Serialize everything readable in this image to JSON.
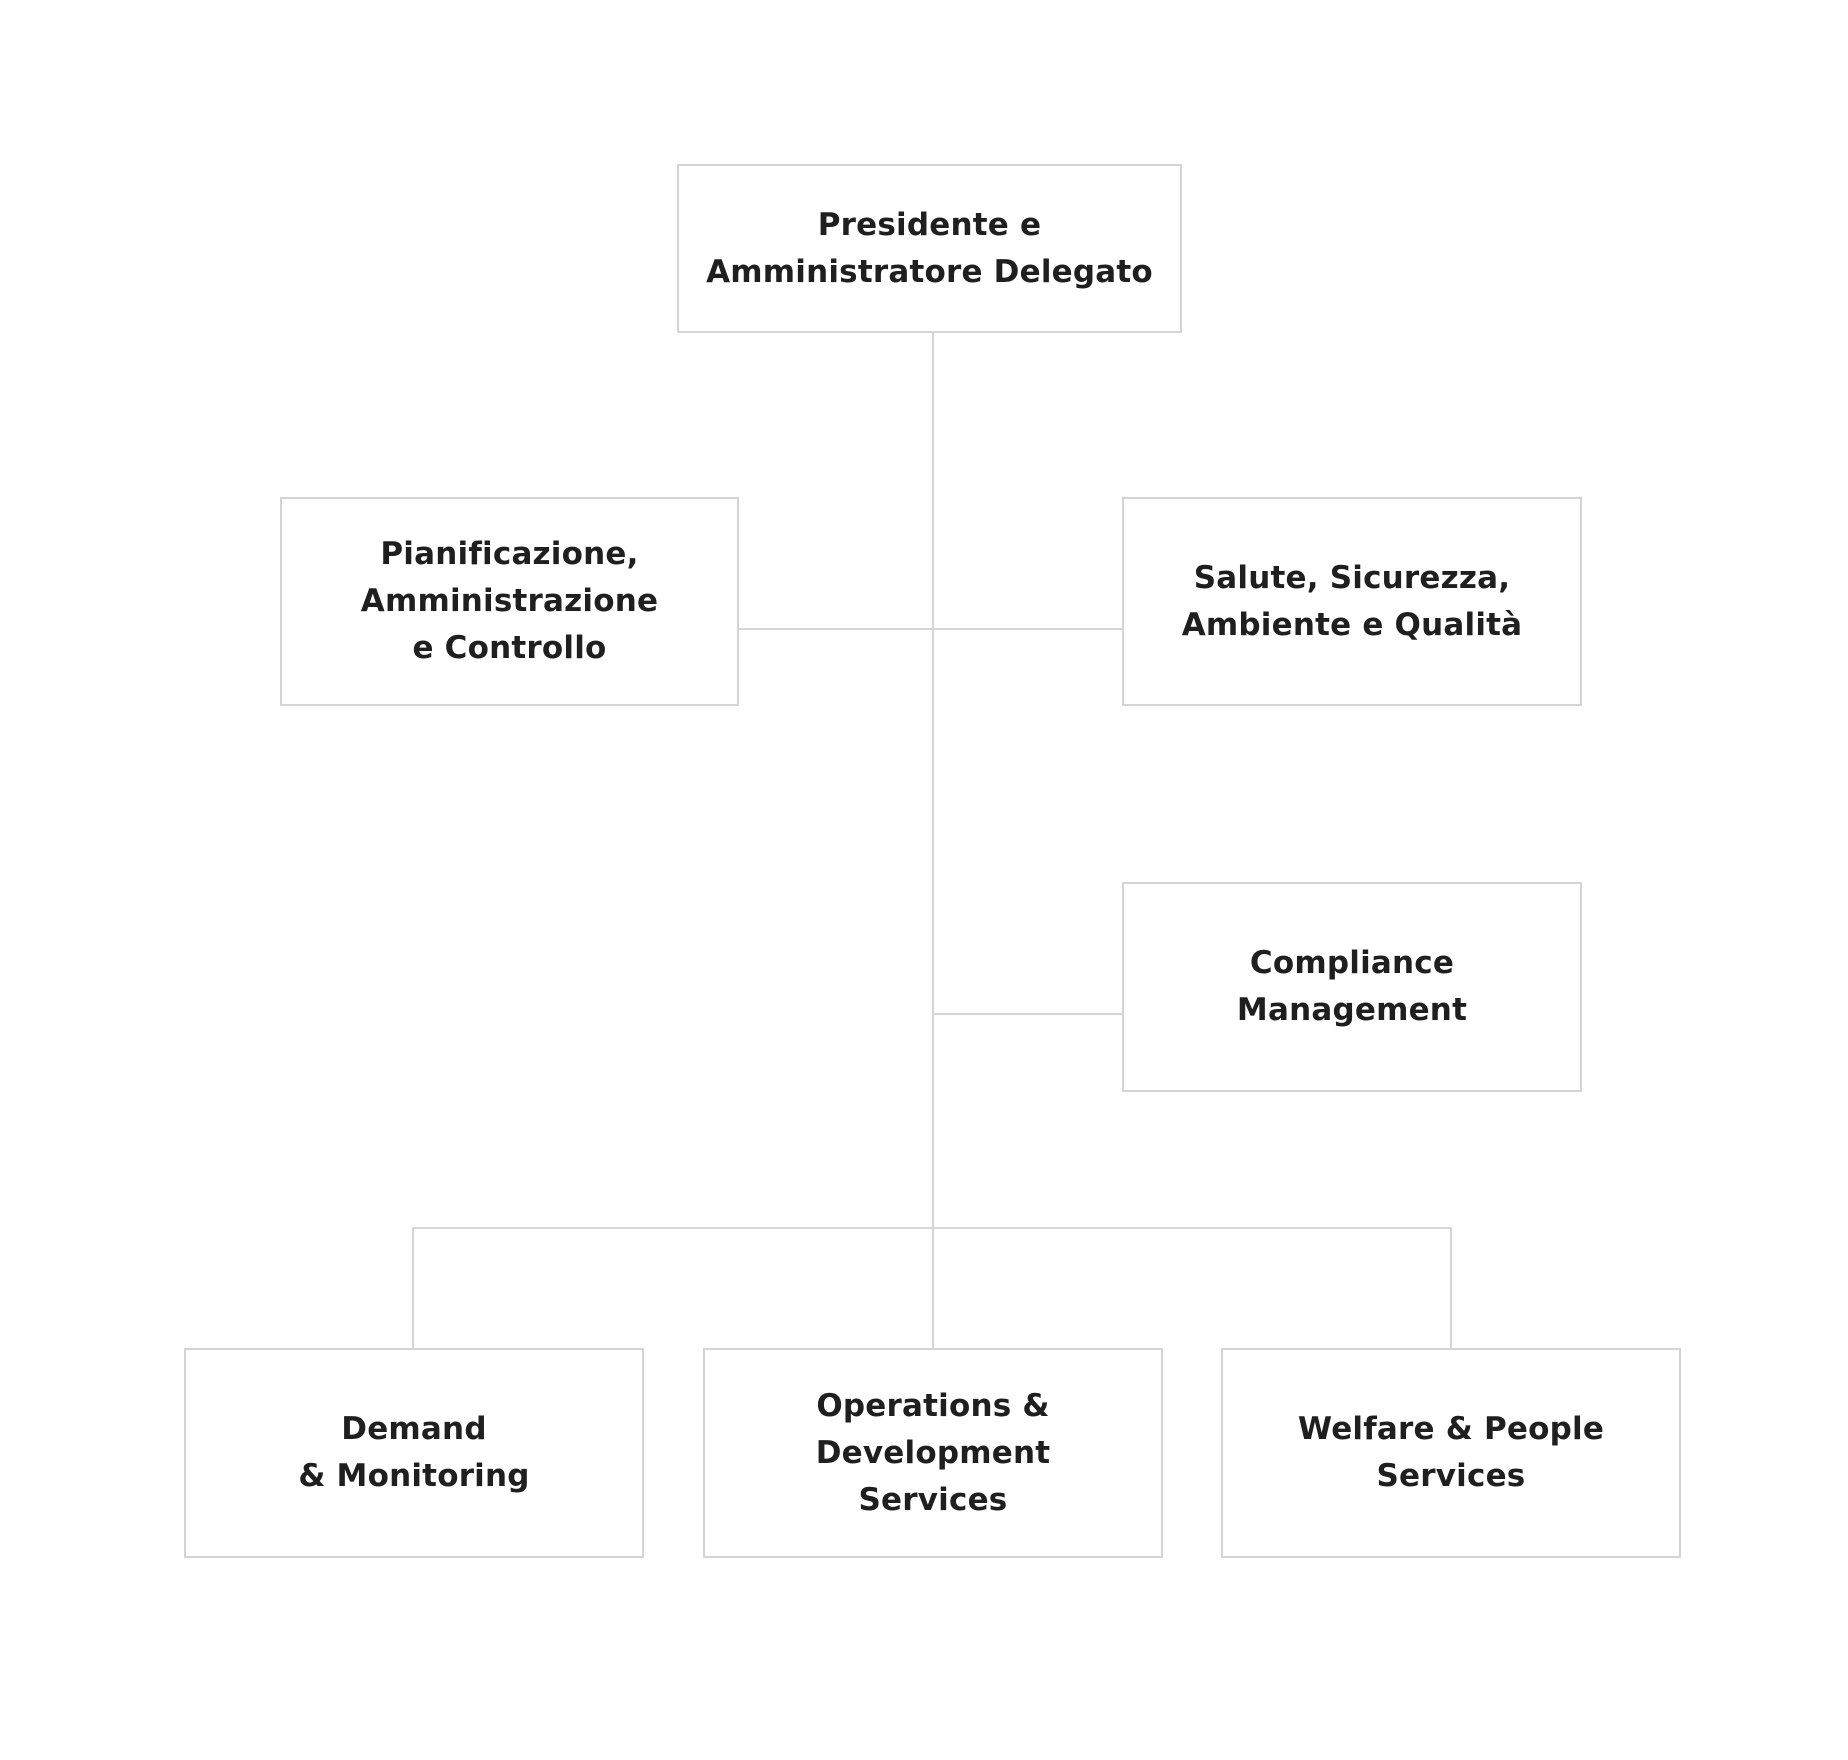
{
  "org_chart": {
    "root": {
      "label": "Presidente e\nAmministratore Delegato"
    },
    "staff": [
      {
        "id": "pianificazione",
        "label": "Pianificazione,\nAmministrazione\ne Controllo"
      },
      {
        "id": "salute",
        "label": "Salute, Sicurezza,\nAmbiente e Qualità"
      },
      {
        "id": "compliance",
        "label": "Compliance\nManagement"
      }
    ],
    "divisions": [
      {
        "id": "demand",
        "label": "Demand\n& Monitoring"
      },
      {
        "id": "operations",
        "label": "Operations &\nDevelopment\nServices"
      },
      {
        "id": "welfare",
        "label": "Welfare & People\nServices"
      }
    ],
    "colors": {
      "border": "#d4d4d4",
      "connector": "#d6d6d6",
      "text": "#1f1f1f",
      "background": "#ffffff"
    }
  }
}
